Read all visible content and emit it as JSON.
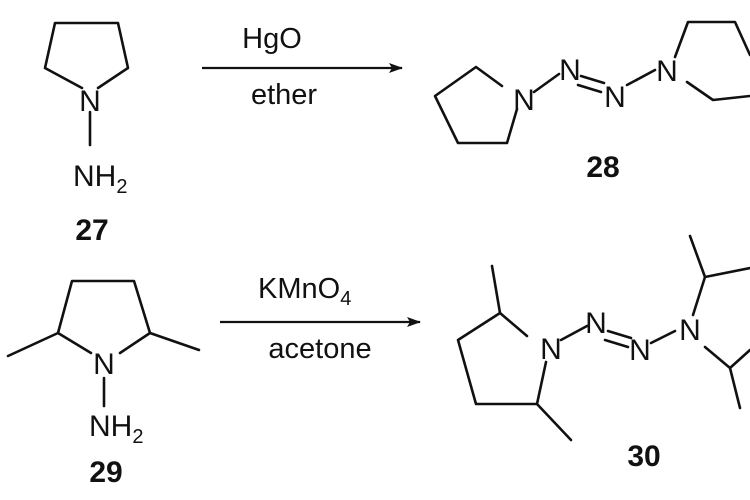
{
  "reaction_1": {
    "reactant": {
      "label": "27",
      "ring_atom": "N",
      "amine": "NH",
      "amine_sub": "2"
    },
    "reagent": "HgO",
    "solvent": "ether",
    "product": {
      "label": "28",
      "atoms": [
        "N",
        "N",
        "N",
        "N"
      ]
    }
  },
  "reaction_2": {
    "reactant": {
      "label": "29",
      "ring_atom": "N",
      "amine": "NH",
      "amine_sub": "2"
    },
    "reagent": "KMnO",
    "reagent_sub": "4",
    "solvent": "acetone",
    "product": {
      "label": "30",
      "atoms": [
        "N",
        "N",
        "N",
        "N"
      ]
    }
  }
}
